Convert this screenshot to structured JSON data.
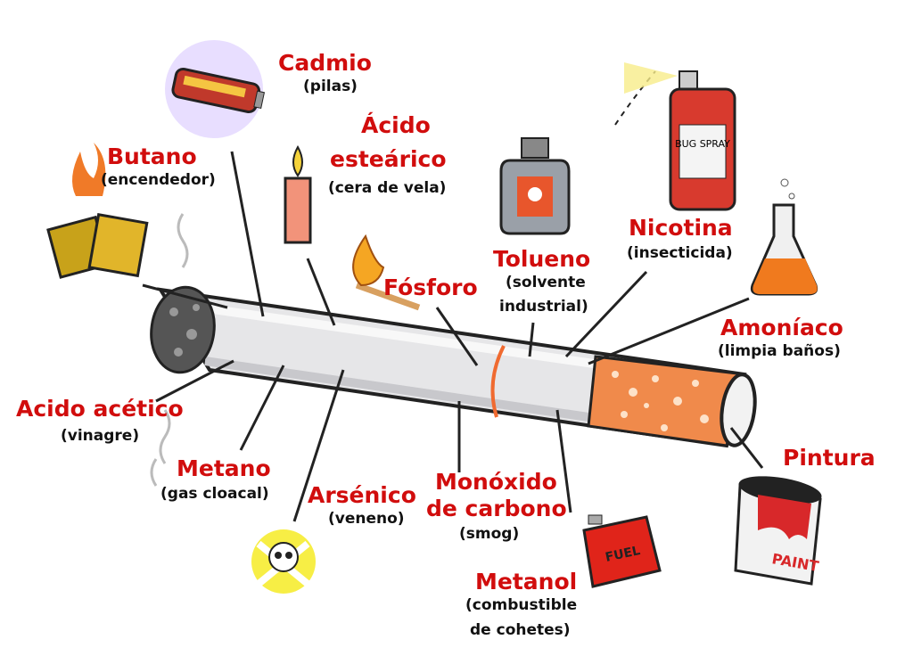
{
  "components": [
    {
      "id": "cadmio",
      "name": "Cadmio",
      "lines": [
        "(pilas)"
      ]
    },
    {
      "id": "acido-estearico",
      "name_lines": [
        "Ácido",
        "esteárico"
      ],
      "lines": [
        "(cera de vela)"
      ]
    },
    {
      "id": "butano",
      "name": "Butano",
      "lines": [
        "(encendedor)"
      ]
    },
    {
      "id": "fosforo",
      "name": "Fósforo",
      "lines": []
    },
    {
      "id": "tolueno",
      "name": "Tolueno",
      "lines": [
        "(solvente",
        "industrial)"
      ]
    },
    {
      "id": "nicotina",
      "name": "Nicotina",
      "lines": [
        "(insecticida)"
      ]
    },
    {
      "id": "amoniaco",
      "name": "Amoníaco",
      "lines": [
        "(limpia baños)"
      ]
    },
    {
      "id": "pintura",
      "name": "Pintura",
      "lines": []
    },
    {
      "id": "acido-acetico",
      "name": "Acido acético",
      "lines": [
        "(vinagre)"
      ]
    },
    {
      "id": "metano",
      "name": "Metano",
      "lines": [
        "(gas cloacal)"
      ]
    },
    {
      "id": "arsenico",
      "name": "Arsénico",
      "lines": [
        "(veneno)"
      ]
    },
    {
      "id": "monoxido",
      "name_lines": [
        "Monóxido",
        "de carbono"
      ],
      "lines": [
        "(smog)"
      ]
    },
    {
      "id": "metanol",
      "name": "Metanol",
      "lines": [
        "(combustible",
        "de cohetes)"
      ]
    }
  ],
  "icon_text": {
    "spray": "BUG SPRAY",
    "fuel": "FUEL",
    "paint": "PAINT"
  },
  "colors": {
    "label": "#d10d0d",
    "filter": "#f08a4b",
    "ring": "#f06a30"
  }
}
